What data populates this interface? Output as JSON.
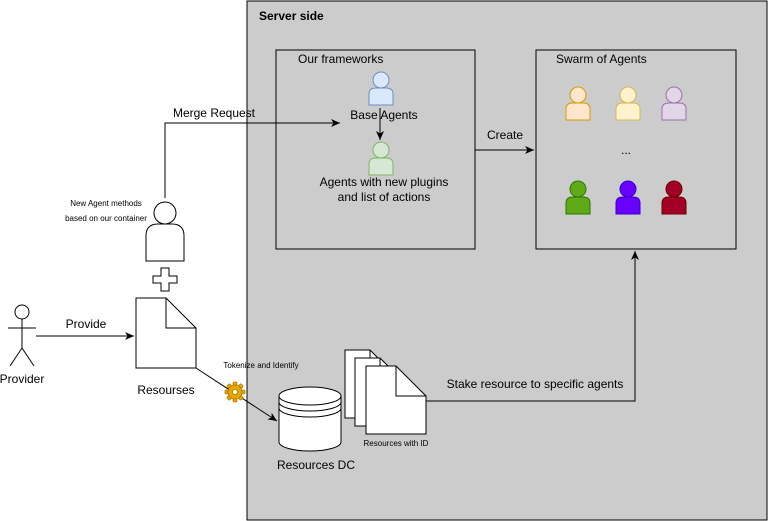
{
  "server": {
    "title": "Server side"
  },
  "frameworks": {
    "title": "Our frameworks",
    "base_agents": "Base Agents",
    "agents_new_line1": "Agents with new plugins",
    "agents_new_line2": "and list of actions"
  },
  "swarm": {
    "title": "Swarm of Agents",
    "ellipsis": "..."
  },
  "edges": {
    "merge_request": "Merge Request",
    "create": "Create",
    "provide": "Provide",
    "tokenize": "Tokenize and Identify",
    "stake": "Stake resource to specific agents"
  },
  "left": {
    "new_agent_line1": "New Agent methods",
    "new_agent_line2": "based on our container",
    "provider": "Provider",
    "resources": "Resourses"
  },
  "resources_dc": "Resources DC",
  "resources_with_id": "Resources with ID",
  "colors": {
    "server_bg": "#cccccc",
    "base_agent": "#dae8fc",
    "base_agent_stroke": "#6c8ebf",
    "new_agent": "#d5e8d4",
    "new_agent_stroke": "#82b366",
    "swarm_orange": "#ffe6cc",
    "swarm_orange_stroke": "#d79b00",
    "swarm_yellow": "#fff2cc",
    "swarm_yellow_stroke": "#d6b656",
    "swarm_purple": "#e1d5e7",
    "swarm_purple_stroke": "#9673a6",
    "swarm_green": "#60a917",
    "swarm_green_stroke": "#2d7600",
    "swarm_violet": "#6a00ff",
    "swarm_violet_stroke": "#3700cc",
    "swarm_red": "#a20025",
    "swarm_red_stroke": "#6f0000"
  },
  "icons": {
    "tokenize": "gear-icon",
    "plus": "plus-icon"
  }
}
